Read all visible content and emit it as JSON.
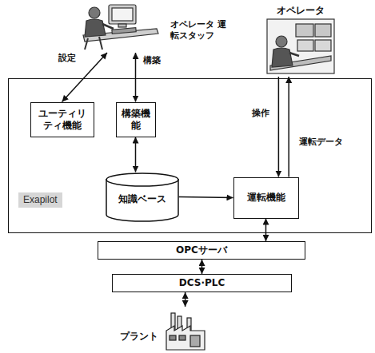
{
  "diagram": {
    "nodes": [
      {
        "text": [
          "オペレータ 運転スタッフ"
        ]
      },
      {
        "text": [
          "オペレータ"
        ]
      },
      {
        "text": [
          "Exapilot"
        ]
      },
      {
        "text": [
          "ユーティリティ機能"
        ],
        "in": 2
      },
      {
        "text": [
          "構築機能"
        ],
        "in": 2
      },
      {
        "text": [
          "知識ベース"
        ],
        "in": 2
      },
      {
        "text": [
          "運転機能"
        ],
        "in": 2
      },
      {
        "text": [
          "OPCサーバ"
        ]
      },
      {
        "text": [
          "DCS·PLC"
        ]
      },
      {
        "text": [
          "プラント"
        ]
      }
    ],
    "edges": [
      {
        "from": 0,
        "to": 3,
        "arrow": "both",
        "label": "設定"
      },
      {
        "from": 0,
        "to": 4,
        "arrow": "both",
        "label": "構築"
      },
      {
        "from": 4,
        "to": 5,
        "arrow": "both"
      },
      {
        "from": 5,
        "to": 6,
        "arrow": "to"
      },
      {
        "from": 1,
        "to": 6,
        "arrow": "to",
        "label": "操作"
      },
      {
        "from": 6,
        "to": 1,
        "arrow": "to",
        "label": "運転データ"
      },
      {
        "from": 6,
        "to": 7,
        "arrow": "both"
      },
      {
        "from": 7,
        "to": 8,
        "arrow": "both"
      },
      {
        "from": 8,
        "to": 9,
        "arrow": "both"
      }
    ]
  }
}
